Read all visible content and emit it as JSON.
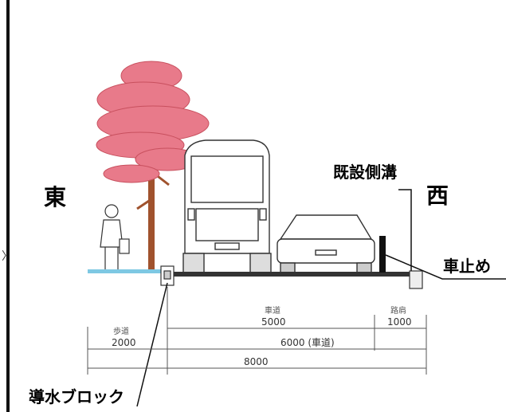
{
  "labels": {
    "east": "東",
    "west": "西",
    "existing_gutter": "既設側溝",
    "car_stop": "車止め",
    "drain_block": "導水ブロック",
    "sidewalk": "歩道",
    "sidewalk_width": "2000",
    "roadway": "車道",
    "roadway_width": "5000",
    "shoulder": "路肩",
    "shoulder_width": "1000",
    "carriageway_width": "6000 (車道)",
    "total_width": "8000"
  },
  "colors": {
    "tree_foliage": "#e87a8a",
    "tree_trunk": "#a0522d",
    "sidewalk_surface": "#7ec8e3",
    "road_surface": "#333333",
    "car_stop_post": "#111111"
  }
}
